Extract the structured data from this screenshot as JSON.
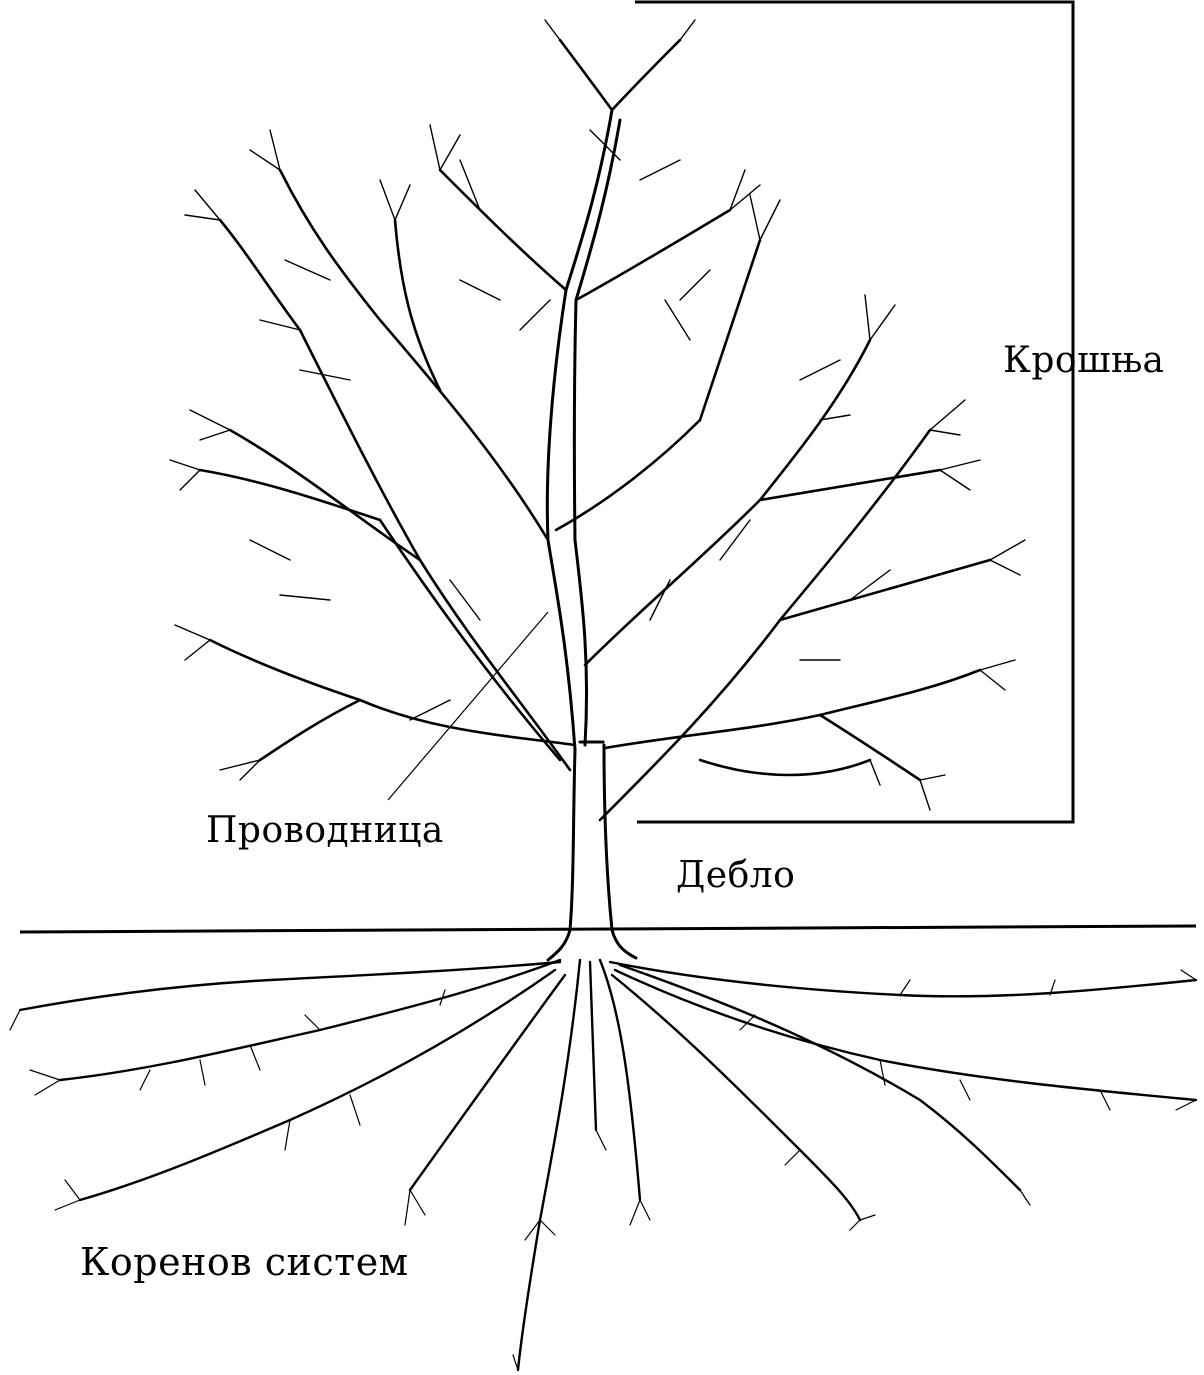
{
  "labels": {
    "crown": "Крошња",
    "leader": "Проводница",
    "trunk": "Дебло",
    "roots": "Коренов систем"
  },
  "colors": {
    "ink": "#000000",
    "background": "#ffffff"
  }
}
